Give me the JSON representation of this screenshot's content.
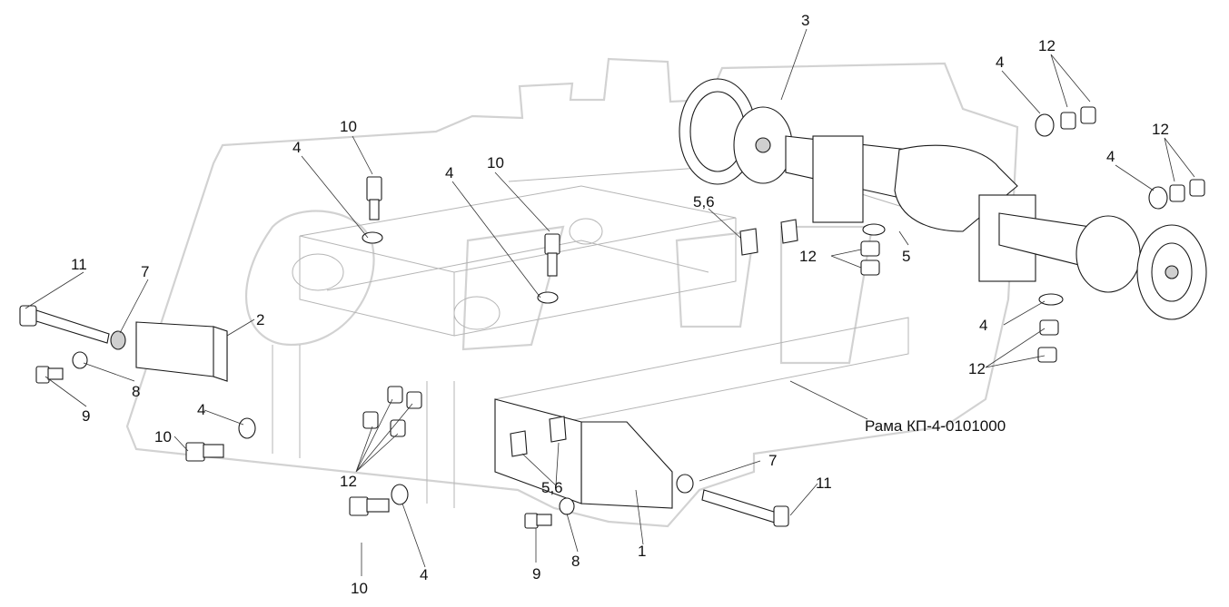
{
  "diagram": {
    "frame_label": "Рама КП-4-0101000",
    "callouts": [
      {
        "id": "c3",
        "text": "3"
      },
      {
        "id": "c12a",
        "text": "12"
      },
      {
        "id": "c4a",
        "text": "4"
      },
      {
        "id": "c12b",
        "text": "12"
      },
      {
        "id": "c4b",
        "text": "4"
      },
      {
        "id": "c10a",
        "text": "10"
      },
      {
        "id": "c4c",
        "text": "4"
      },
      {
        "id": "c10b",
        "text": "10"
      },
      {
        "id": "c4d",
        "text": "4"
      },
      {
        "id": "c56a",
        "text": "5,6"
      },
      {
        "id": "c12c",
        "text": "12"
      },
      {
        "id": "c5",
        "text": "5"
      },
      {
        "id": "c11a",
        "text": "11"
      },
      {
        "id": "c7a",
        "text": "7"
      },
      {
        "id": "c2",
        "text": "2"
      },
      {
        "id": "c8a",
        "text": "8"
      },
      {
        "id": "c9a",
        "text": "9"
      },
      {
        "id": "c4e",
        "text": "4"
      },
      {
        "id": "c12d",
        "text": "12"
      },
      {
        "id": "c10c",
        "text": "10"
      },
      {
        "id": "c4f",
        "text": "4"
      },
      {
        "id": "c12e",
        "text": "12"
      },
      {
        "id": "c7b",
        "text": "7"
      },
      {
        "id": "c11b",
        "text": "11"
      },
      {
        "id": "c56b",
        "text": "5,6"
      },
      {
        "id": "c1",
        "text": "1"
      },
      {
        "id": "c9b",
        "text": "9"
      },
      {
        "id": "c8b",
        "text": "8"
      },
      {
        "id": "c10d",
        "text": "10"
      },
      {
        "id": "c4g",
        "text": "4"
      }
    ]
  }
}
